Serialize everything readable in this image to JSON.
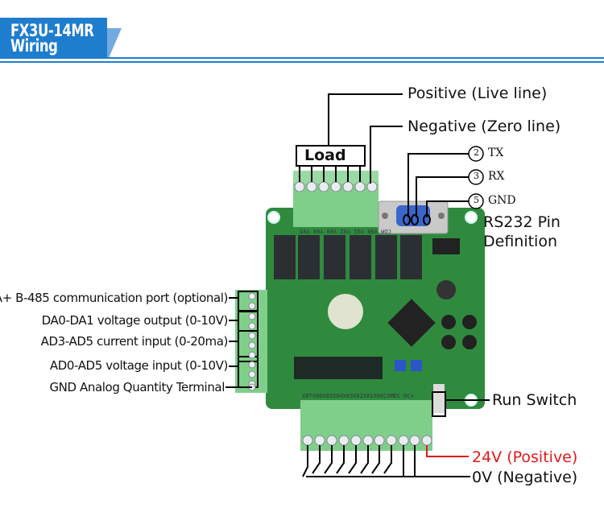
{
  "header": {
    "line1": "FX3U-14MR",
    "line2": "Wiring",
    "accent": "#1f7dce"
  },
  "top_labels": {
    "positive": "Positive (Live line)",
    "negative": "Negative (Zero line)",
    "load": "Load"
  },
  "rs232": {
    "pin2": "2",
    "pin2_label": "TX",
    "pin3": "3",
    "pin3_label": "RX",
    "pin5": "5",
    "pin5_label": "GND",
    "title_line1": "RS232 Pin",
    "title_line2": "Definition"
  },
  "left_labels": [
    "A+ B-485 communication port (optional)",
    "DA0-DA1 voltage output (0-10V)",
    "AD3-AD5 current input (0-20ma)",
    "AD0-AD5 voltage input (0-10V)",
    "GND Analog Quantity Terminal"
  ],
  "right_labels": {
    "run_switch": "Run Switch",
    "v24": "24V (Positive)",
    "v0": "0V (Negative)",
    "v24_color": "#e0191b"
  },
  "silkscreen": {
    "top": "COM Y00 Y01 Y02 Y03 Y04 Y05",
    "bottom": "X07X06X05X04X03X02X01X00COMDC-DC+"
  }
}
